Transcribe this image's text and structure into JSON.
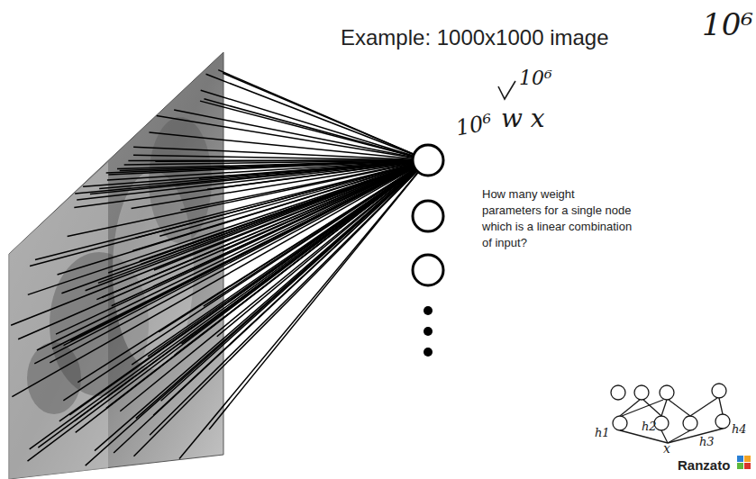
{
  "diagram": {
    "title": "Example: 1000x1000 image",
    "labels": [
      "10⁶",
      "10⁶",
      "10⁶",
      "w x",
      "How many weight parameters for a single node which is a linear combination of input?",
      "h1",
      "h2",
      "h3",
      "h4",
      "x",
      "Ranzato"
    ]
  }
}
